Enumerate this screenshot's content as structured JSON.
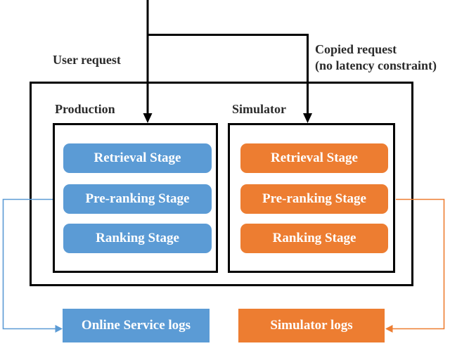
{
  "labels": {
    "user_request": "User request",
    "copied_request": "Copied request",
    "copied_request_note": "(no latency constraint)"
  },
  "production": {
    "title": "Production",
    "stages": [
      "Retrieval Stage",
      "Pre-ranking Stage",
      "Ranking Stage"
    ]
  },
  "simulator": {
    "title": "Simulator",
    "stages": [
      "Retrieval Stage",
      "Pre-ranking Stage",
      "Ranking Stage"
    ]
  },
  "logs": {
    "production_logs": "Online Service logs",
    "simulator_logs": "Simulator logs"
  },
  "colors": {
    "production_accent": "#5B9BD5",
    "simulator_accent": "#ED7D31",
    "line": "#000000",
    "label_text": "#2b2b2b"
  }
}
